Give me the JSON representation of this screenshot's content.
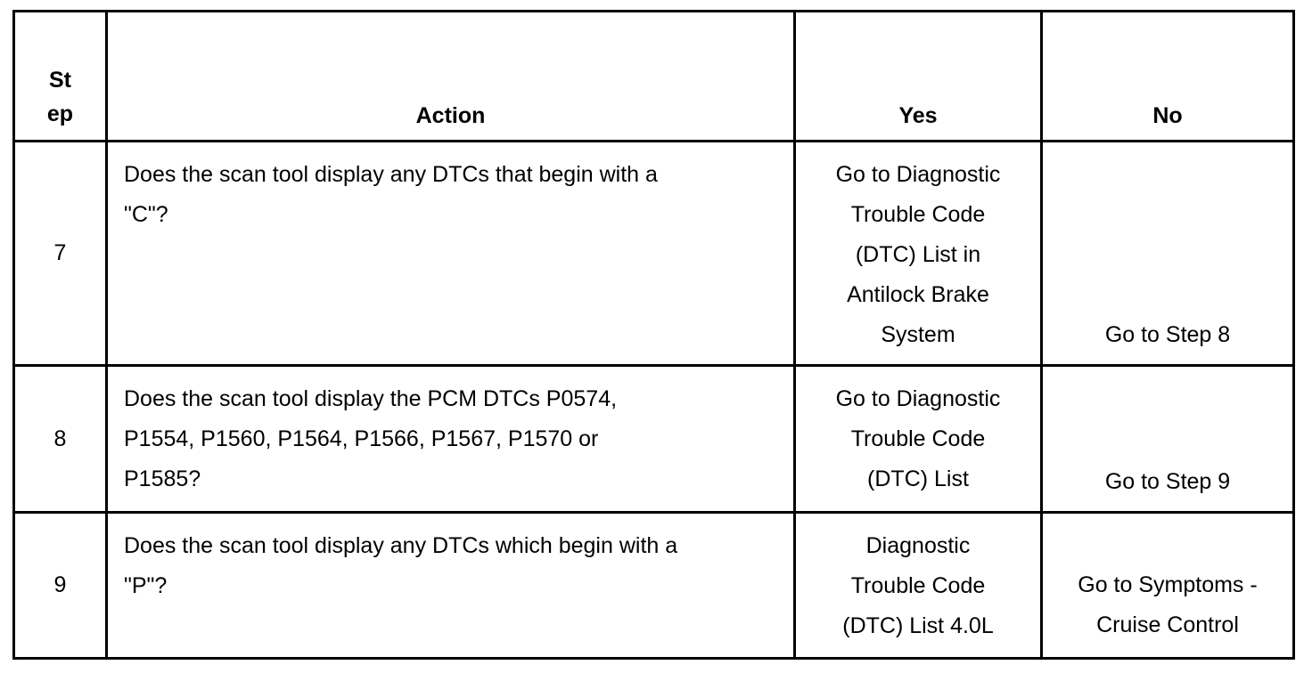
{
  "header": {
    "step_line1": "St",
    "step_line2": "ep",
    "action": "Action",
    "yes": "Yes",
    "no": "No"
  },
  "rows": [
    {
      "step": "7",
      "action": [
        "Does the scan tool display any DTCs that begin with a",
        "\"C\"?"
      ],
      "yes": [
        "Go to Diagnostic",
        "Trouble Code",
        "(DTC) List in",
        "Antilock Brake",
        "System"
      ],
      "no": [
        "Go to Step 8"
      ]
    },
    {
      "step": "8",
      "action": [
        "Does the scan tool display the PCM DTCs P0574,",
        "P1554, P1560, P1564, P1566, P1567, P1570 or",
        "P1585?"
      ],
      "yes": [
        "Go to Diagnostic",
        "Trouble Code",
        "(DTC) List"
      ],
      "no": [
        "Go to Step 9"
      ]
    },
    {
      "step": "9",
      "action": [
        "Does the scan tool display any DTCs which begin with a",
        "\"P\"?"
      ],
      "yes": [
        "Diagnostic",
        "Trouble Code",
        "(DTC) List 4.0L"
      ],
      "no": [
        "Go to Symptoms -",
        "Cruise Control"
      ]
    }
  ]
}
